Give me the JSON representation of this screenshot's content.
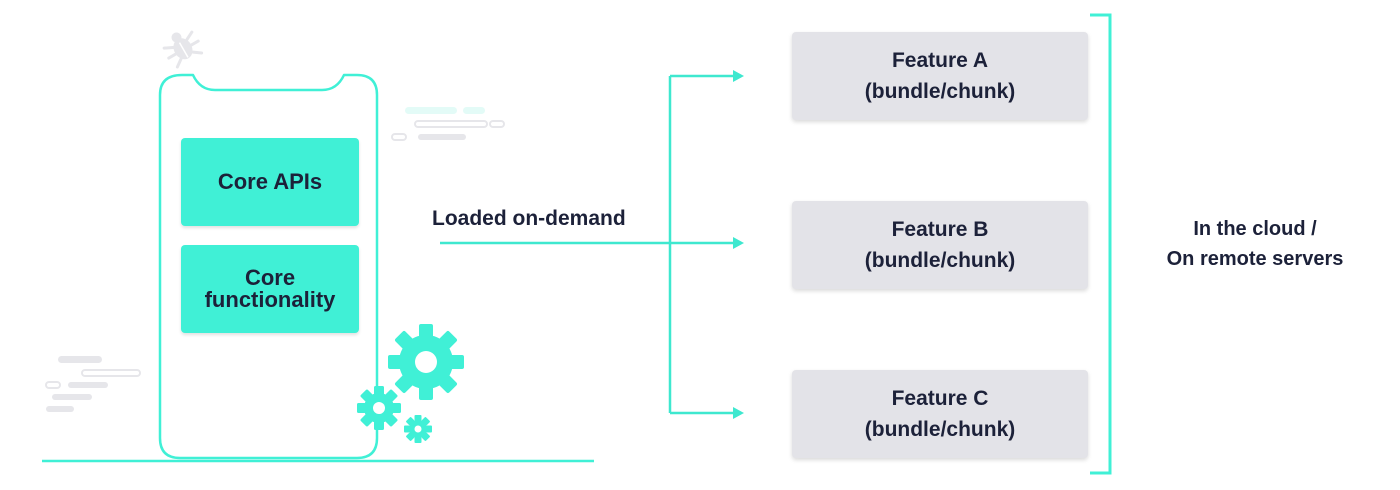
{
  "colors": {
    "accent_teal": "#40f0d6",
    "line_teal": "#3ee8cf",
    "feature_box_gray": "#e3e3e8",
    "text_dark": "#1c2139",
    "decor_gray": "#e6e6ea"
  },
  "phone": {
    "core_apis_label": "Core APIs",
    "core_functionality_label": "Core\nfunctionality"
  },
  "connector": {
    "label": "Loaded on-demand"
  },
  "features": [
    {
      "name": "Feature A",
      "sub": "(bundle/chunk)"
    },
    {
      "name": "Feature B",
      "sub": "(bundle/chunk)"
    },
    {
      "name": "Feature C",
      "sub": "(bundle/chunk)"
    }
  ],
  "cloud": {
    "line1": "In the cloud /",
    "line2": "On remote servers"
  },
  "icons": [
    "bug-icon",
    "gear-icon"
  ]
}
